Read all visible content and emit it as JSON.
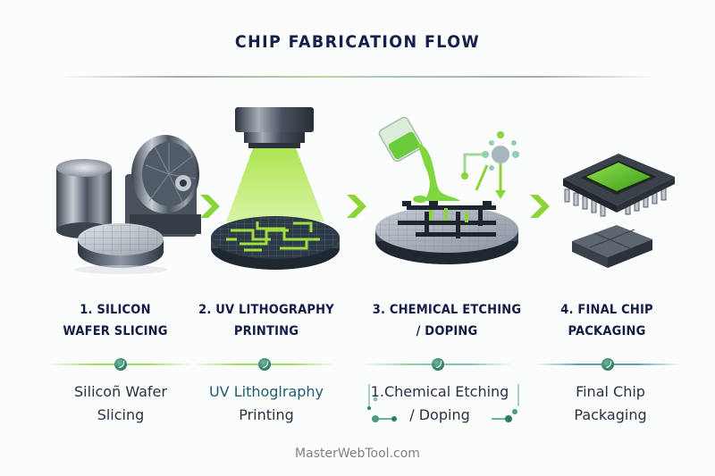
{
  "title": "CHIP FABRICATION FLOW",
  "colors": {
    "title": "#15204a",
    "accent_green": "#8bd43a",
    "accent_teal": "#2e7a66",
    "metal": "#5a6470",
    "footer": "#7d8185"
  },
  "steps": [
    {
      "number": "1",
      "title_line1": "1. SILICON",
      "title_line2": "WAFER SLICING",
      "desc_line1": "Silicoñ Wafer",
      "desc_line2": "Slicing",
      "illustration": "ingot-saw-wafer-icon"
    },
    {
      "number": "2",
      "title_line1": "2. UV LITHOGRAPHY",
      "title_line2": "PRINTING",
      "desc_line1": "UV Lithoglraphy",
      "desc_line2": "Printing",
      "illustration": "uv-lamp-wafer-icon"
    },
    {
      "number": "3",
      "title_line1": "3. CHEMICAL ETCHING",
      "title_line2": "/ DOPING",
      "desc_line1": "1.Chemical Etching",
      "desc_line2": "/ Doping",
      "illustration": "beaker-etching-wafer-icon"
    },
    {
      "number": "4",
      "title_line1": "4. FINAL CHIP",
      "title_line2": "PACKAGING",
      "desc_line1": "Final Chip",
      "desc_line2": "Packaging",
      "illustration": "packaged-chip-icon"
    }
  ],
  "arrows": [
    "chevron-right-icon",
    "chevron-right-icon",
    "chevron-right-icon"
  ],
  "footer": "MasterWebTool.com"
}
